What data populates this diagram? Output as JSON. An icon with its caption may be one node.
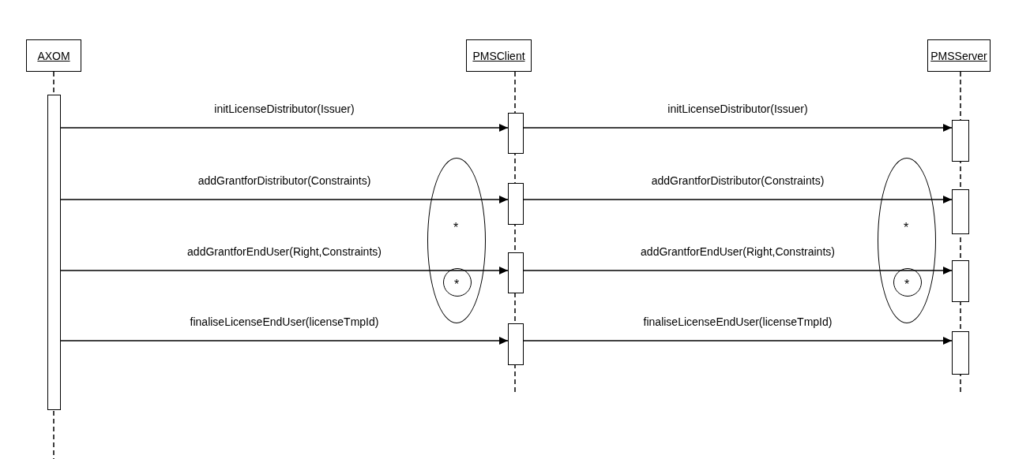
{
  "diagram": {
    "nodes": [
      {
        "text": [
          "AXOM"
        ]
      },
      {
        "text": [
          "PMSClient"
        ]
      },
      {
        "text": [
          "PMSServer"
        ]
      },
      {
        "text": [],
        "shape": "bar"
      },
      {
        "text": [],
        "shape": "bar"
      },
      {
        "text": [],
        "shape": "bar"
      },
      {
        "text": [
          "*"
        ]
      },
      {
        "text": [
          "*"
        ],
        "in": 6
      },
      {
        "text": [
          "*"
        ]
      },
      {
        "text": [
          "*"
        ],
        "in": 8
      },
      {
        "text": [],
        "shape": "bar"
      },
      {
        "text": [],
        "shape": "bar"
      },
      {
        "text": [],
        "shape": "bar"
      },
      {
        "text": [],
        "shape": "bar"
      },
      {
        "text": [],
        "shape": "bar"
      },
      {
        "text": [],
        "shape": "bar"
      }
    ],
    "edges": [
      {
        "from": 3,
        "to": 4,
        "arrow": "to",
        "label": "initLicenseDistributor(Issuer)"
      },
      {
        "from": 4,
        "to": 5,
        "arrow": "to",
        "label": "initLicenseDistributor(Issuer)"
      },
      {
        "from": 3,
        "to": 10,
        "arrow": "to",
        "label": "addGrantforDistributor(Constraints)"
      },
      {
        "from": 10,
        "to": 11,
        "arrow": "to",
        "label": "addGrantforDistributor(Constraints)"
      },
      {
        "from": 3,
        "to": 12,
        "arrow": "to",
        "label": "addGrantforEndUser(Right,Constraints)"
      },
      {
        "from": 12,
        "to": 13,
        "arrow": "to",
        "label": "addGrantforEndUser(Right,Constraints)"
      },
      {
        "from": 3,
        "to": 14,
        "arrow": "to",
        "label": "finaliseLicenseEndUser(licenseTmpId)"
      },
      {
        "from": 14,
        "to": 15,
        "arrow": "to",
        "label": "finaliseLicenseEndUser(licenseTmpId)"
      }
    ]
  }
}
